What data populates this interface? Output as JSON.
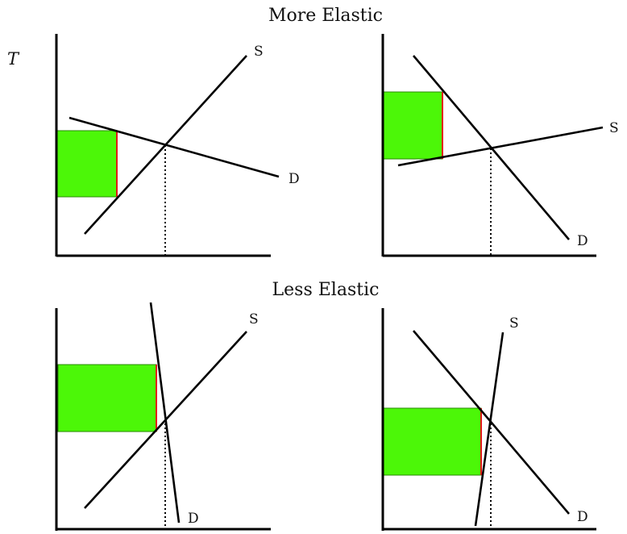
{
  "titles": {
    "top": "More Elastic",
    "bottom": "Less Elastic"
  },
  "side_label": "T",
  "colors": {
    "tax_revenue_fill": "#4cf708",
    "tax_revenue_edge": "#e01818",
    "line": "#000000"
  },
  "panels": [
    {
      "supply_label": "S",
      "demand_label": "D"
    },
    {
      "supply_label": "S",
      "demand_label": "D"
    },
    {
      "supply_label": "S",
      "demand_label": "D"
    },
    {
      "supply_label": "S",
      "demand_label": "D"
    }
  ]
}
